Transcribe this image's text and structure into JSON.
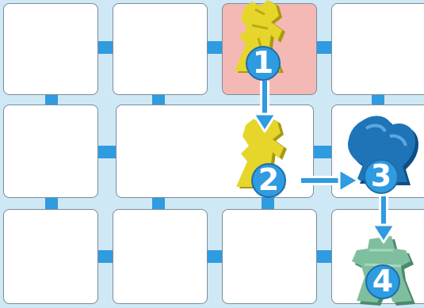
{
  "board": {
    "rows": 3,
    "cols": 4,
    "highlighted_tile": {
      "row": 0,
      "col": 2
    },
    "merged_tile": {
      "row": 1,
      "cols": [
        1,
        2
      ]
    }
  },
  "colors": {
    "background": "#cfe8f6",
    "tile": "#ffffff",
    "tile_highlight": "#f4b9b5",
    "connector": "#2f9be0",
    "arrow": "#2f9be0",
    "yellow_meeple": "#e6d62b",
    "blue_meeple": "#1f74b8",
    "green_meeple": "#7fbfa0"
  },
  "pieces": [
    {
      "id": "yellow-meeple-1",
      "icon": "yellow-meeple-icon",
      "step": "1"
    },
    {
      "id": "yellow-meeple-2",
      "icon": "yellow-meeple-icon",
      "step": "2"
    },
    {
      "id": "blue-meeple",
      "icon": "blue-meeple-icon",
      "step": "3"
    },
    {
      "id": "green-meeple",
      "icon": "green-meeple-icon",
      "step": "4"
    }
  ],
  "steps": {
    "s1": "1",
    "s2": "2",
    "s3": "3",
    "s4": "4"
  }
}
